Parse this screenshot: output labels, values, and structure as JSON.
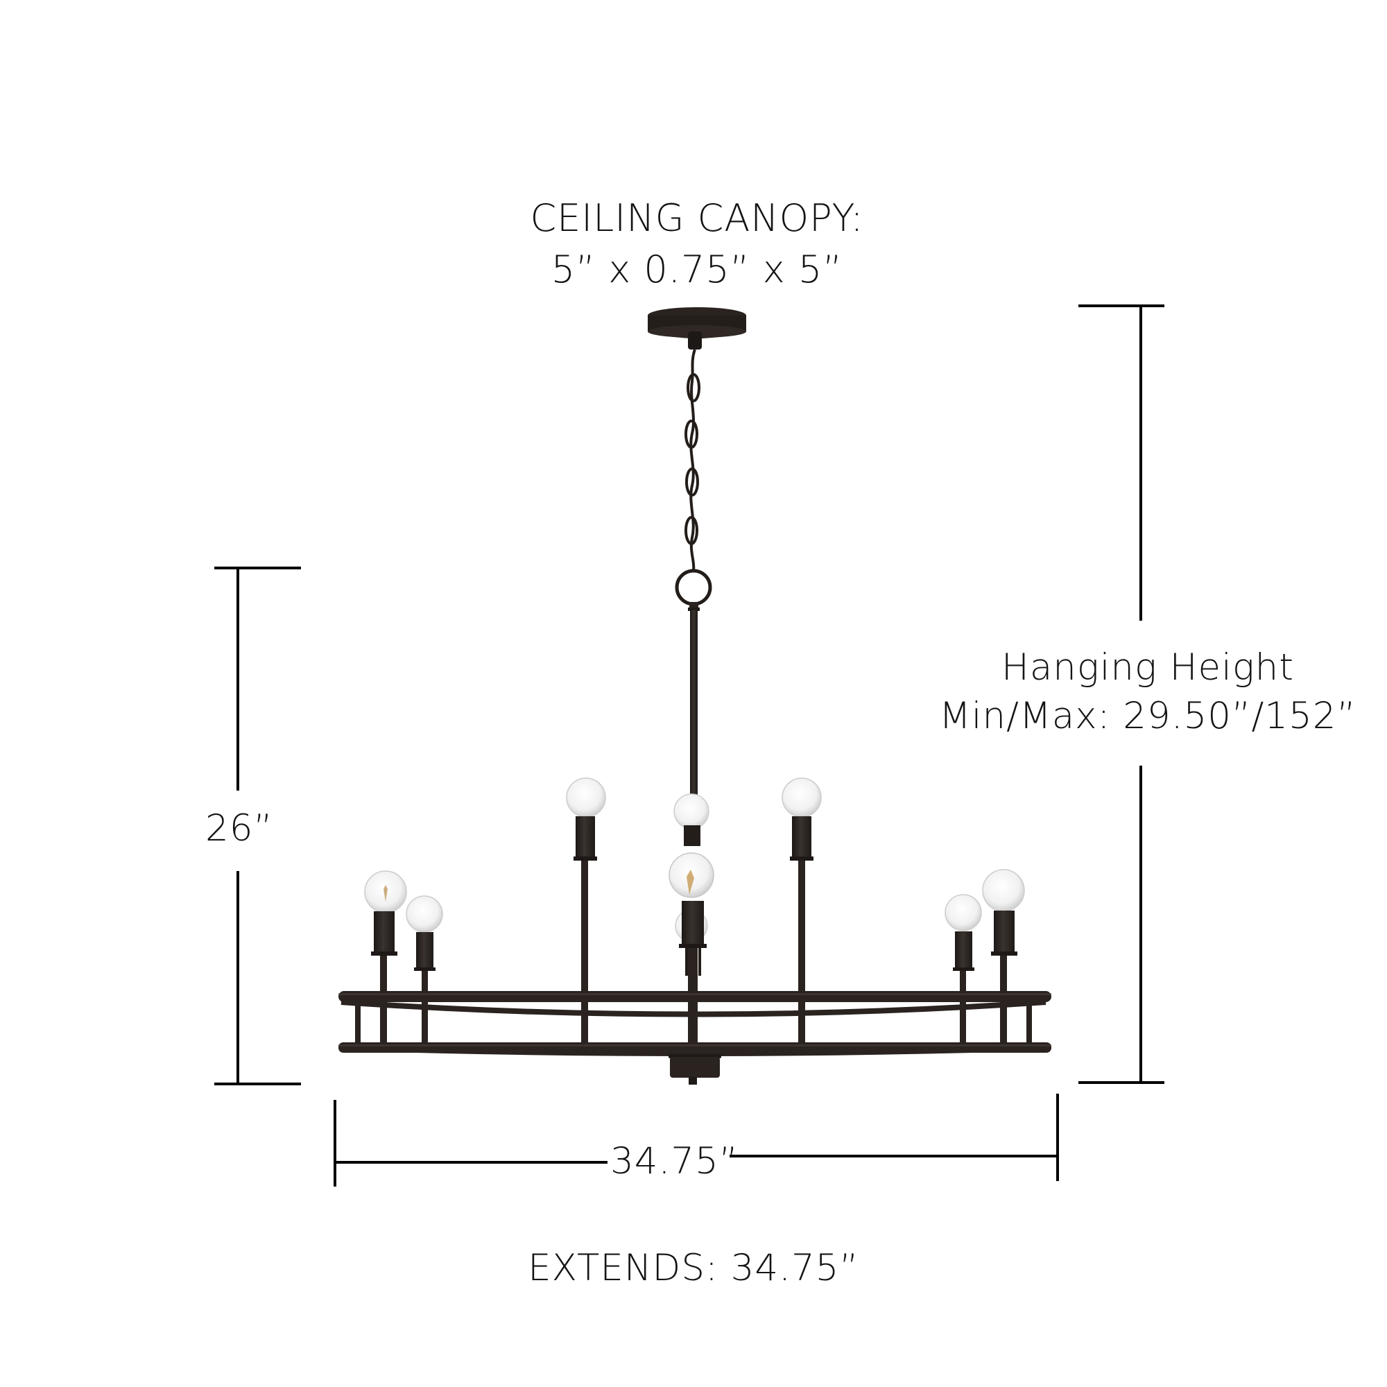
{
  "canopy": {
    "title": "CEILING CANOPY:",
    "dimensions": "5” x 0.75” x 5”"
  },
  "hanging_height": {
    "title": "Hanging Height",
    "value": "Min/Max: 29.50”/152”"
  },
  "fixture_height": {
    "value": "26”"
  },
  "fixture_width": {
    "value": "34.75”"
  },
  "extends": {
    "label": "EXTENDS: 34.75”"
  },
  "colors": {
    "fixture_finish": "#2a2320",
    "dimension_lines": "#000000",
    "bulb_glass": "#f2f2f2",
    "background": "#ffffff"
  },
  "fixture": {
    "type": "chandelier",
    "bulb_count": 10,
    "finish_icon": "dark-bronze-finish"
  }
}
